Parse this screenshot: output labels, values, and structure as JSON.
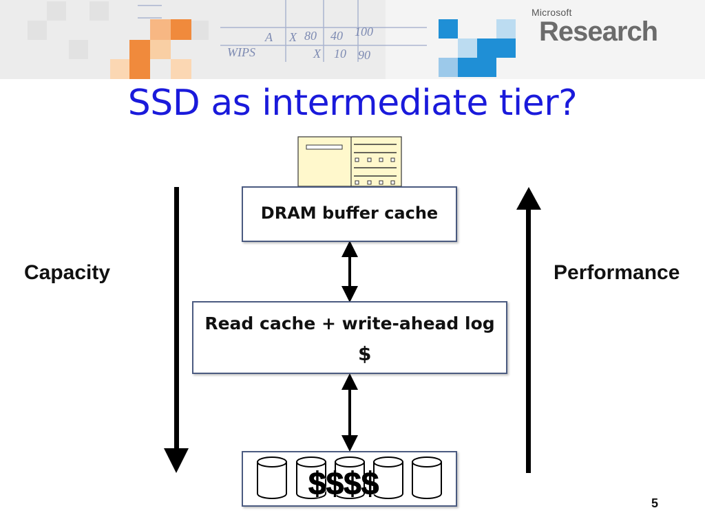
{
  "logo": {
    "small": "Microsoft",
    "big": "Research"
  },
  "title": "SSD as intermediate tier?",
  "left_label": "Capacity",
  "right_label": "Performance",
  "dram_label": "DRAM buffer cache",
  "ssd_label": "Read cache + write-ahead log",
  "ssd_cost": "$",
  "disk_cost": "$$$$",
  "page_number": "5",
  "icons": [
    "database-page-icon",
    "ssd-chip-icon",
    "disk-cylinder-icon"
  ],
  "colors": {
    "title": "#1a1adb",
    "box_border": "#4a5a80",
    "orange": "#f08a3c",
    "blue": "#1f8fd6"
  }
}
